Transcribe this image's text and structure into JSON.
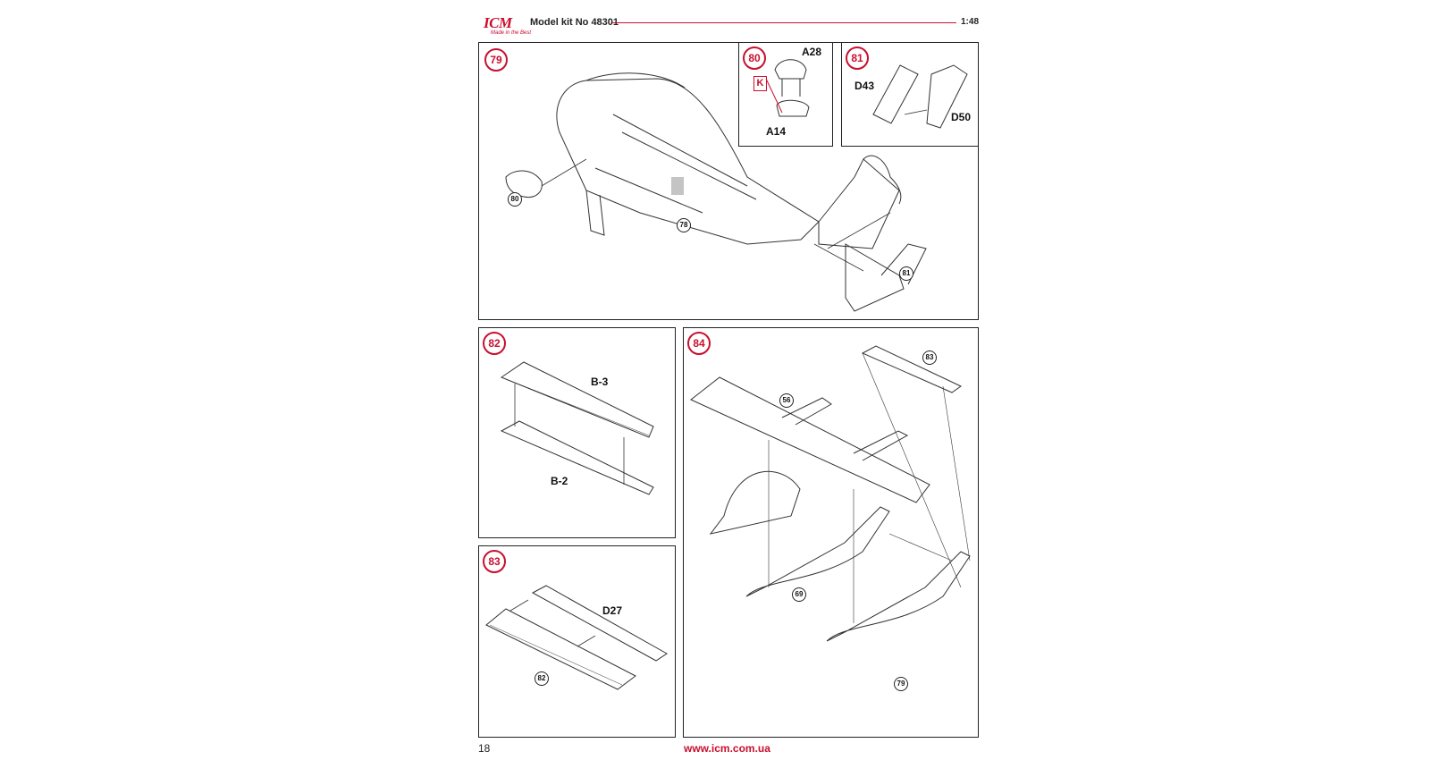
{
  "header": {
    "brand": "ICM",
    "tagline": "Made in the Best",
    "kit_title": "Model kit No 48301",
    "scale": "1:48"
  },
  "steps": {
    "s79": {
      "number": "79",
      "refs": [
        "80",
        "78",
        "81"
      ]
    },
    "s80": {
      "number": "80",
      "parts": [
        "A28",
        "A14"
      ],
      "marker": "K"
    },
    "s81": {
      "number": "81",
      "parts": [
        "D43",
        "D50"
      ]
    },
    "s82": {
      "number": "82",
      "parts": [
        "B-3",
        "B-2"
      ]
    },
    "s83": {
      "number": "83",
      "parts": [
        "D27"
      ],
      "refs": [
        "82"
      ]
    },
    "s84": {
      "number": "84",
      "refs": [
        "83",
        "56",
        "69",
        "79"
      ]
    }
  },
  "footer": {
    "page_number": "18",
    "url": "www.icm.com.ua"
  },
  "colors": {
    "accent": "#c8102e",
    "line": "#222222"
  }
}
